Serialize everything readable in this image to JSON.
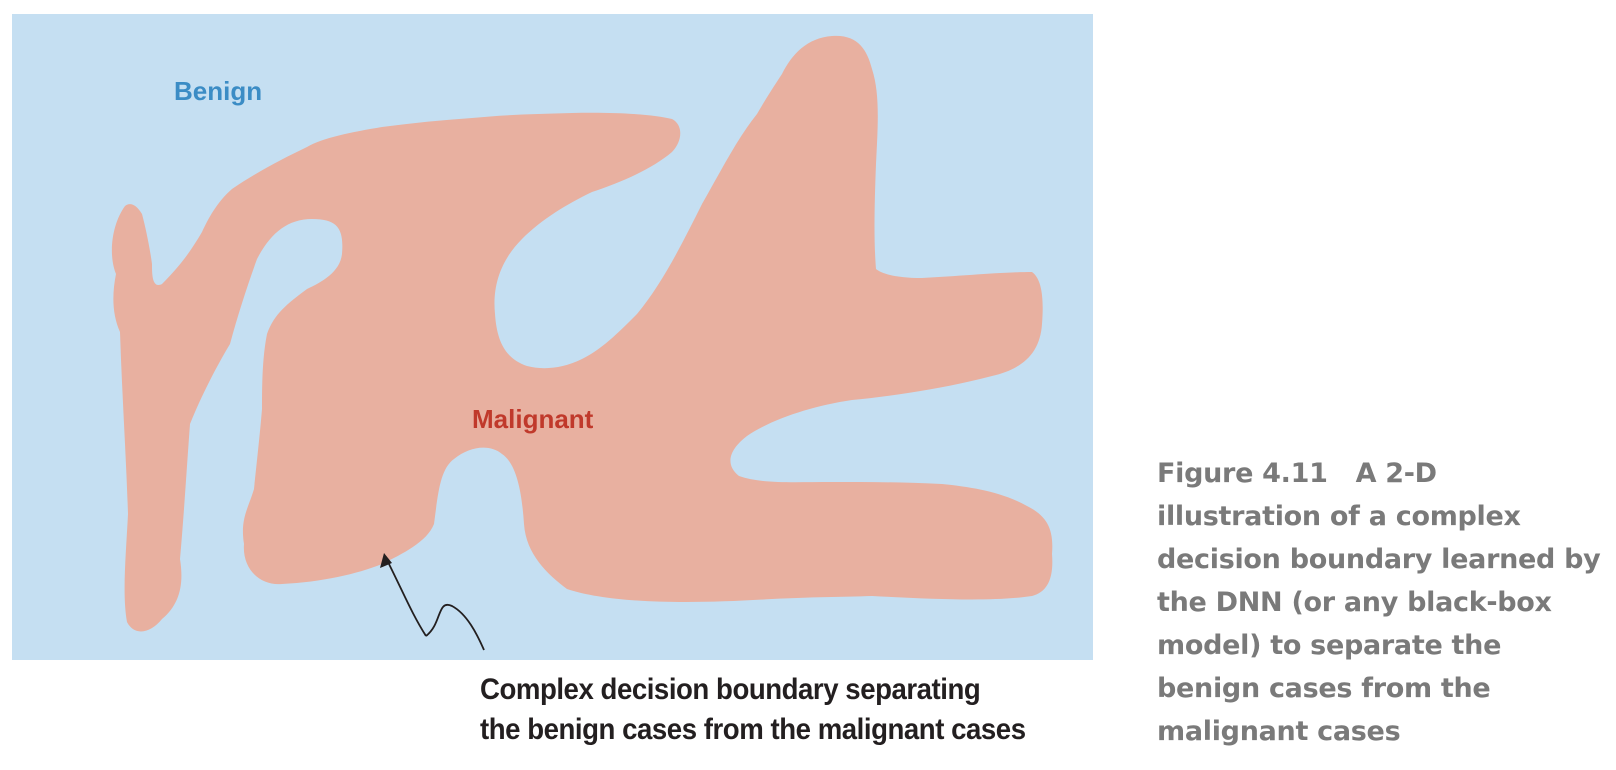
{
  "diagram": {
    "regions": {
      "benign": {
        "label": "Benign",
        "color": "#c5dff2",
        "label_color": "#3b8cc5"
      },
      "malignant": {
        "label": "Malignant",
        "color": "#e8b0a0",
        "label_color": "#c0392b"
      }
    },
    "annotation": {
      "lines": [
        "Complex decision boundary separating",
        "the benign cases from the malignant cases"
      ],
      "color": "#231f20"
    }
  },
  "caption": {
    "figure_number": "Figure 4.11",
    "lines": [
      "A 2-D",
      "illustration of a complex",
      "decision boundary learned by",
      "the DNN (or any black-box",
      "model) to separate the",
      "benign cases from the",
      "malignant cases"
    ],
    "color": "#7a7a7a"
  }
}
